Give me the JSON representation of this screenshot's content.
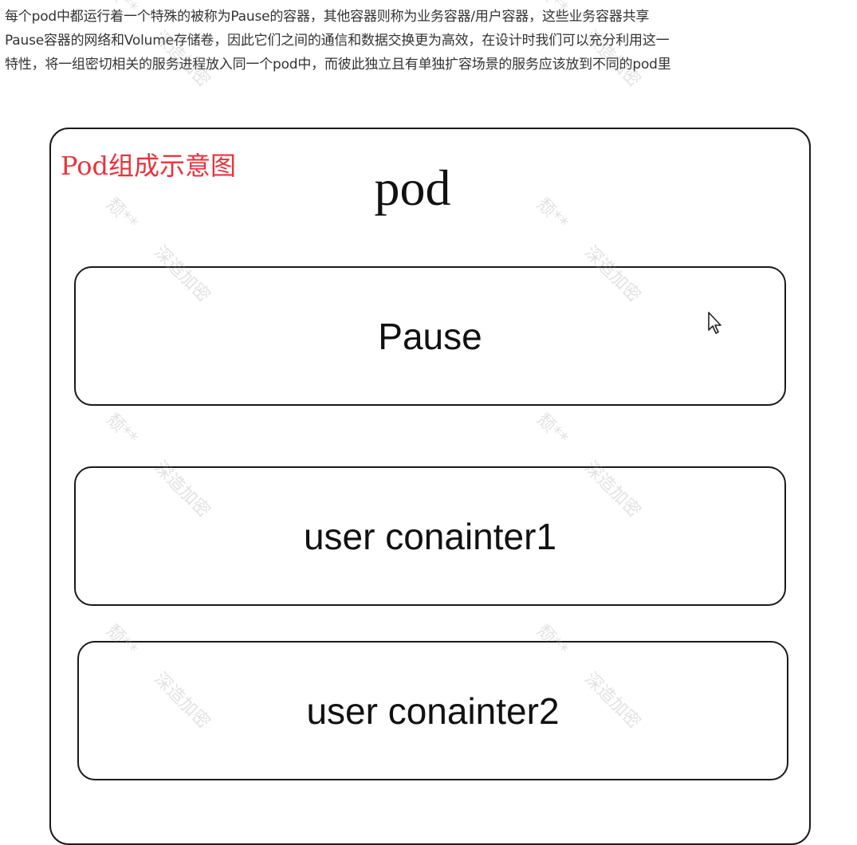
{
  "intro": {
    "lines": [
      "每个pod中都运行着一个特殊的被称为Pause的容器，其他容器则称为业务容器/用户容器，这些业务容器共享",
      "Pause容器的网络和Volume存储卷，因此它们之间的通信和数据交换更为高效，在设计时我们可以充分利用这一",
      "特性，将一组密切相关的服务进程放入同一个pod中，而彼此独立且有单独扩容场景的服务应该放到不同的pod里"
    ]
  },
  "diagram": {
    "caption": "Pod组成示意图",
    "title": "pod",
    "containers": [
      {
        "label": "Pause"
      },
      {
        "label": "user conainter1"
      },
      {
        "label": "user conainter2"
      }
    ]
  },
  "watermark": {
    "name": "颓**",
    "company": "深造加密"
  },
  "colors": {
    "caption": "#e8333a",
    "text": "#333333",
    "border": "#1a1a1a"
  },
  "icons": {
    "cursor": "mouse-pointer-icon"
  }
}
